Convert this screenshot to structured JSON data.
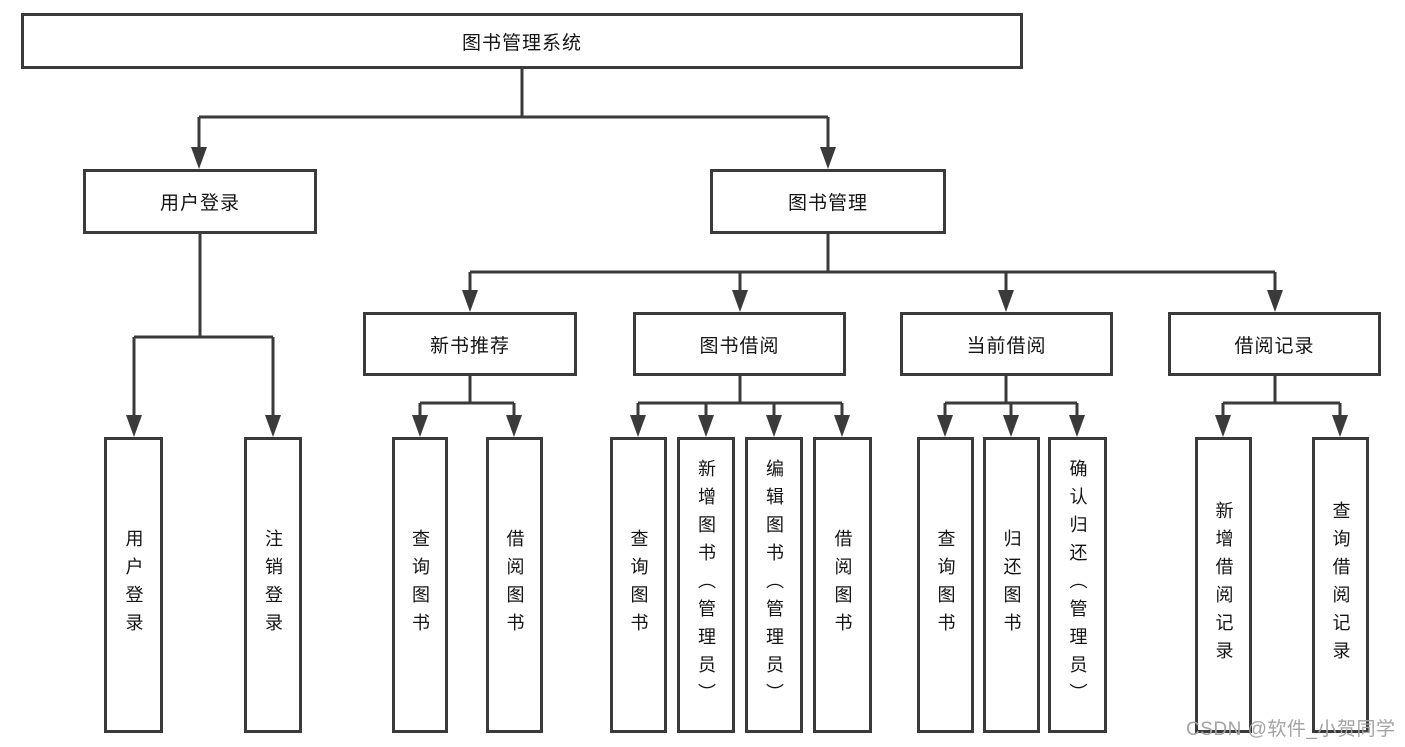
{
  "tree": {
    "root": {
      "label": "图书管理系统"
    },
    "branches": [
      {
        "label": "用户登录",
        "children": [
          {
            "label": "用户登录"
          },
          {
            "label": "注销登录"
          }
        ]
      },
      {
        "label": "图书管理",
        "children": [
          {
            "label": "新书推荐",
            "children": [
              {
                "label": "查询图书"
              },
              {
                "label": "借阅图书"
              }
            ]
          },
          {
            "label": "图书借阅",
            "children": [
              {
                "label": "查询图书"
              },
              {
                "label": "新增图书（管理员）"
              },
              {
                "label": "编辑图书（管理员）"
              },
              {
                "label": "借阅图书"
              }
            ]
          },
          {
            "label": "当前借阅",
            "children": [
              {
                "label": "查询图书"
              },
              {
                "label": "归还图书"
              },
              {
                "label": "确认归还（管理员）"
              }
            ]
          },
          {
            "label": "借阅记录",
            "children": [
              {
                "label": "新增借阅记录"
              },
              {
                "label": "查询借阅记录"
              }
            ]
          }
        ]
      }
    ]
  },
  "watermark": {
    "text": "CSDN @软件_小贺同学"
  },
  "colors": {
    "line": "#3a3a3a",
    "box_border": "#3a3a3a",
    "text": "#141414",
    "watermark": "#a3a3a3",
    "background": "#ffffff"
  }
}
